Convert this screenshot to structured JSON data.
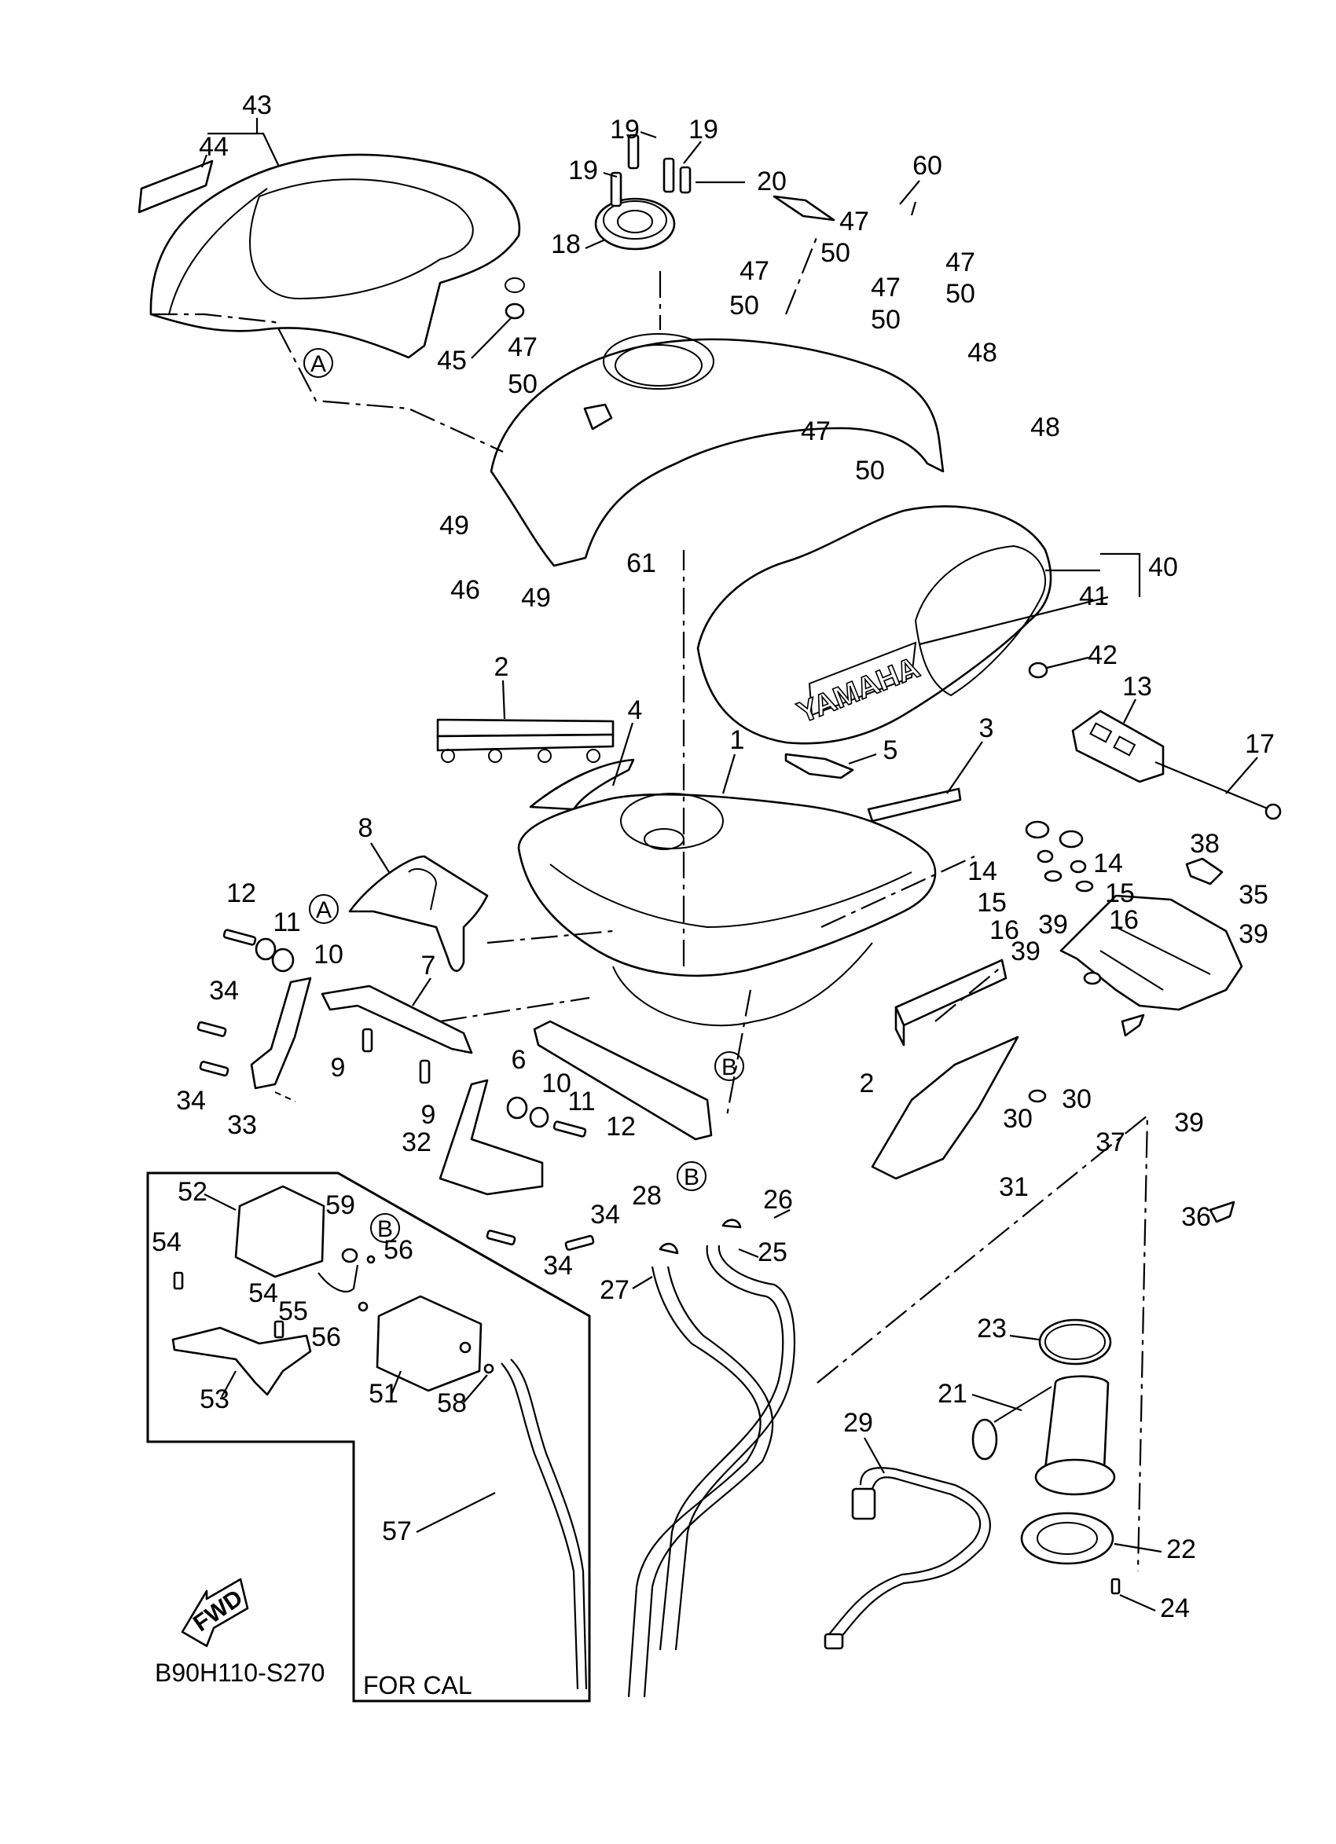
{
  "diagram": {
    "title": "Fuel tank exploded parts diagram",
    "drawing_code": "B90H110-S270",
    "inset_caption": "FOR CAL",
    "direction_arrow": "FWD",
    "tank_emblem_text": "YAMAHA",
    "reference_markers": [
      "A",
      "A",
      "B",
      "B",
      "B"
    ],
    "callouts": [
      "43",
      "44",
      "19",
      "19",
      "19",
      "20",
      "18",
      "60",
      "47",
      "50",
      "47",
      "50",
      "47",
      "50",
      "47",
      "50",
      "48",
      "48",
      "45",
      "47",
      "50",
      "49",
      "49",
      "46",
      "61",
      "47",
      "50",
      "40",
      "41",
      "42",
      "2",
      "4",
      "1",
      "5",
      "3",
      "13",
      "17",
      "8",
      "12",
      "11",
      "10",
      "7",
      "14",
      "14",
      "15",
      "15",
      "16",
      "16",
      "38",
      "35",
      "39",
      "39",
      "39",
      "39",
      "34",
      "34",
      "9",
      "9",
      "33",
      "6",
      "10",
      "11",
      "12",
      "2",
      "30",
      "30",
      "37",
      "31",
      "36",
      "32",
      "34",
      "34",
      "28",
      "26",
      "25",
      "27",
      "52",
      "59",
      "56",
      "54",
      "55",
      "54",
      "56",
      "53",
      "51",
      "58",
      "57",
      "23",
      "21",
      "29",
      "22",
      "24"
    ]
  }
}
